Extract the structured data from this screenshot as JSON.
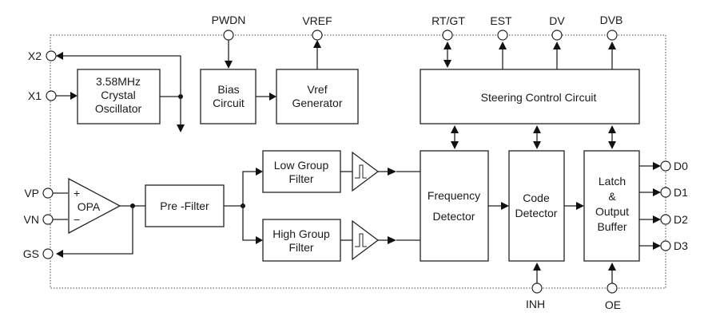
{
  "pins": {
    "x2": "X2",
    "x1": "X1",
    "vp": "VP",
    "vn": "VN",
    "gs": "GS",
    "pwdn": "PWDN",
    "vref": "VREF",
    "rtgt": "RT/GT",
    "est": "EST",
    "dv": "DV",
    "dvb": "DVB",
    "d0": "D0",
    "d1": "D1",
    "d2": "D2",
    "d3": "D3",
    "inh": "INH",
    "oe": "OE"
  },
  "blocks": {
    "oscillator": [
      "3.58MHz",
      "Crystal",
      "Oscillator"
    ],
    "bias": [
      "Bias",
      "Circuit"
    ],
    "vref_gen": [
      "Vref",
      "Generator"
    ],
    "opa": "OPA",
    "opa_plus": "+",
    "opa_minus": "−",
    "prefilter": "Pre -Filter",
    "low_group": [
      "Low Group",
      "Filter"
    ],
    "high_group": [
      "High Group",
      "Filter"
    ],
    "steering": "Steering Control Circuit",
    "freq_det": [
      "Frequency",
      "Detector"
    ],
    "code_det": [
      "Code",
      "Detector"
    ],
    "latch": [
      "Latch",
      "&",
      "Output",
      "Buffer"
    ]
  }
}
